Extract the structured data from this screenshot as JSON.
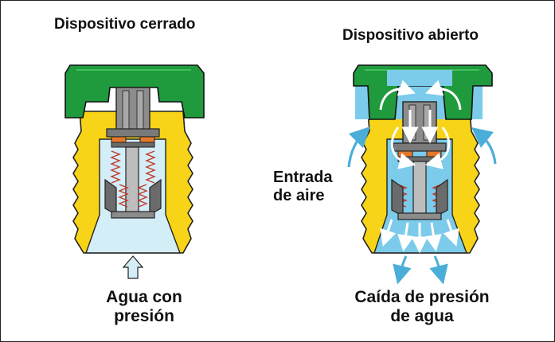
{
  "titles": {
    "closed": "Dispositivo cerrado",
    "open": "Dispositivo abierto"
  },
  "labels": {
    "water_line1": "Agua con",
    "water_line2": "presión",
    "air_line1": "Entrada",
    "air_line2": "de aire",
    "drop_line1": "Caída de presión",
    "drop_line2": "de agua"
  },
  "colors": {
    "cap_green": "#1f9a3c",
    "body_yellow": "#f7d417",
    "water_light": "#d4eef8",
    "water_blue": "#7ccbea",
    "stem_gray": "#8c8c8c",
    "washer_orange": "#e4782b",
    "arrow_blue": "#4aaed8",
    "spring_red": "#c0392b"
  }
}
